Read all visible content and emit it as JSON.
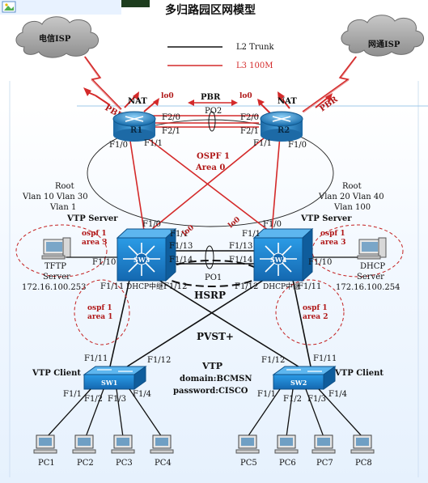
{
  "title": "多归路园区网模型",
  "legend": {
    "trunk": "L2 Trunk",
    "l3": "L3 100M"
  },
  "isp_left": "电信ISP",
  "isp_right": "网通ISP",
  "nat": "NAT",
  "pbr": "PBR",
  "lo0": "lo0",
  "po2": "PO2",
  "po1": "PO1",
  "r1": {
    "name": "R1",
    "f20": "F2/0",
    "f21": "F2/1",
    "f10": "F1/0",
    "f11": "F1/1"
  },
  "r2": {
    "name": "R2",
    "f20": "F2/0",
    "f21": "F2/1",
    "f11": "F1/1",
    "f10": "F1/0"
  },
  "ospf": {
    "line1": "OSPF 1",
    "line2": "Area 0"
  },
  "root_left": [
    "Root",
    "Vlan 10 Vlan 30",
    "Vlan 1"
  ],
  "root_right": [
    "Root",
    "Vlan 20 Vlan 40",
    "Vlan 100"
  ],
  "vtp_server": "VTP Server",
  "sw3": {
    "name": "SW3",
    "f10": "F1/0",
    "f11": "F1/1",
    "f13": "F1/13",
    "f14": "F1/14",
    "f110": "F1/10",
    "f111": "F1/11",
    "dhcp": "DHCP中继",
    "f112": "F1/12"
  },
  "sw4": {
    "name": "SW4",
    "f10": "F1/0",
    "f11": "F1/1",
    "f13": "F1/13",
    "f14": "F1/14",
    "f110": "F1/10",
    "f112": "F1/12",
    "dhcp": "DHCP中继",
    "f111": "F1/11"
  },
  "ospf_area3": [
    "ospf 1",
    "area 3"
  ],
  "ospf_area1": [
    "ospf 1",
    "area 1"
  ],
  "ospf_area2": [
    "ospf 1",
    "area 2"
  ],
  "tftp": {
    "name": "TFTP",
    "role": "Server",
    "ip": "172.16.100.253"
  },
  "dhcp_server": {
    "name": "DHCP",
    "role": "Server",
    "ip": "172.16.100.254"
  },
  "hsrp": "HSRP",
  "pvst": "PVST+",
  "vtp": {
    "title": "VTP",
    "domain": "domain:BCMSN",
    "password": "password:CISCO"
  },
  "vtp_client": "VTP Client",
  "sw1": {
    "name": "SW1",
    "f11": "F1/11",
    "f12": "F1/12",
    "p1": "F1/1",
    "p2": "F1/2",
    "p3": "F1/3",
    "p4": "F1/4"
  },
  "sw2": {
    "name": "SW2",
    "f12": "F1/12",
    "f11": "F1/11",
    "p1": "F1/1",
    "p2": "F1/2",
    "p3": "F1/3",
    "p4": "F1/4"
  },
  "pcs": [
    "PC1",
    "PC2",
    "PC3",
    "PC4",
    "PC5",
    "PC6",
    "PC7",
    "PC8"
  ],
  "colors": {
    "l3": "#d42a2a",
    "trunk": "#111111",
    "router": "#2f8fd0",
    "switch": "#1f86d6"
  }
}
